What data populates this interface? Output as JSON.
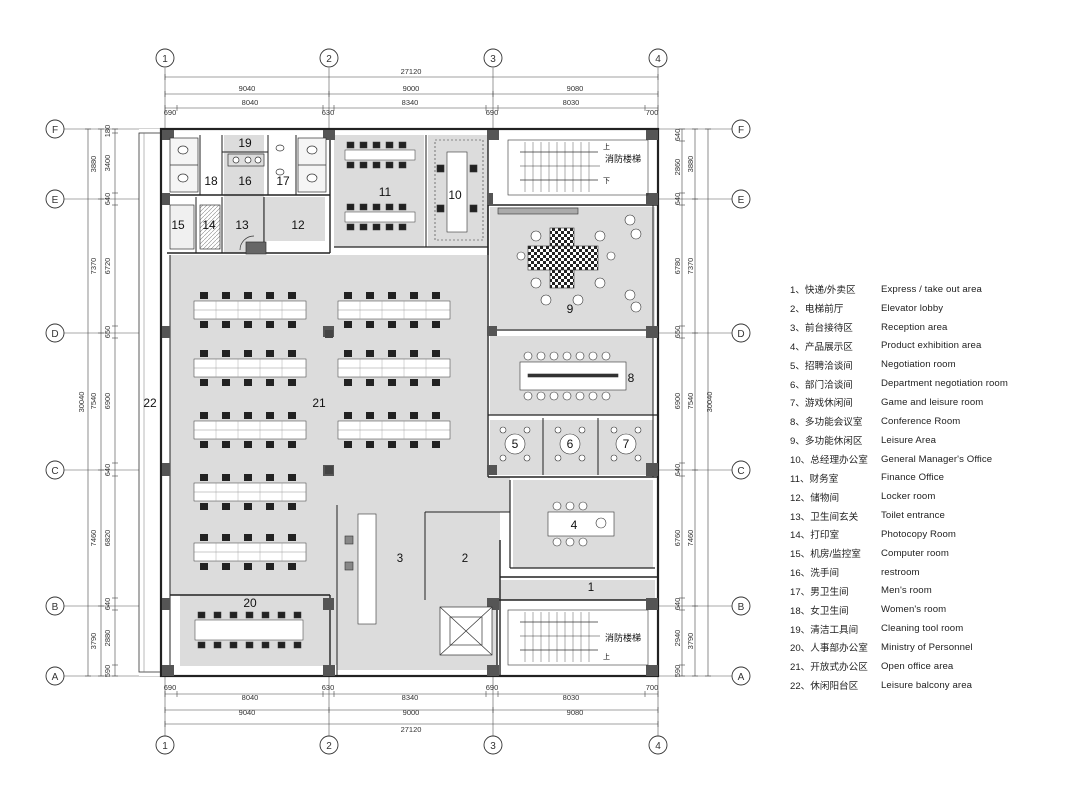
{
  "grid": {
    "columns": [
      "1",
      "2",
      "3",
      "4"
    ],
    "rows": [
      "A",
      "B",
      "C",
      "D",
      "E",
      "F"
    ]
  },
  "dimensions": {
    "top_total": "27120",
    "top_bays": [
      "9040",
      "9000",
      "9080"
    ],
    "top_inner": [
      "690",
      "8040",
      "630",
      "8340",
      "690",
      "8030",
      "700"
    ],
    "bottom_inner": [
      "690",
      "8040",
      "630",
      "8340",
      "690",
      "8030",
      "700"
    ],
    "bottom_bays": [
      "9040",
      "9000",
      "9080"
    ],
    "bottom_total": "27120",
    "left_outer": [
      "3880",
      "7370",
      "7540",
      "7460",
      "3790"
    ],
    "left_total": "30040",
    "left_inner": [
      "180",
      "3400",
      "640",
      "6720",
      "650",
      "6900",
      "640",
      "6820",
      "640",
      "2880",
      "590"
    ],
    "right_inner": [
      "640",
      "2860",
      "640",
      "6780",
      "650",
      "6900",
      "640",
      "6760",
      "640",
      "2940",
      "590"
    ],
    "right_outer": [
      "3880",
      "7370",
      "7540",
      "7460",
      "3790"
    ],
    "right_total": "30040"
  },
  "rooms": {
    "r1": "1",
    "r2": "2",
    "r3": "3",
    "r4": "4",
    "r5": "5",
    "r6": "6",
    "r7": "7",
    "r8": "8",
    "r9": "9",
    "r10": "10",
    "r11": "11",
    "r12": "12",
    "r13": "13",
    "r14": "14",
    "r15": "15",
    "r16": "16",
    "r17": "17",
    "r18": "18",
    "r19": "19",
    "r20": "20",
    "r21": "21",
    "r22": "22"
  },
  "stairs": {
    "top_label": "消防楼梯",
    "top_up": "上",
    "top_down": "下",
    "bottom_label": "消防楼梯",
    "bottom_up": "上"
  },
  "legend": [
    {
      "zh": "1、快递/外卖区",
      "en": "Express / take out area"
    },
    {
      "zh": "2、电梯前厅",
      "en": "Elevator lobby"
    },
    {
      "zh": "3、前台接待区",
      "en": "Reception area"
    },
    {
      "zh": "4、产品展示区",
      "en": "Product exhibition area"
    },
    {
      "zh": "5、招聘洽谈间",
      "en": "Negotiation room"
    },
    {
      "zh": "6、部门洽谈间",
      "en": "Department negotiation room"
    },
    {
      "zh": "7、游戏休闲间",
      "en": "Game and leisure room"
    },
    {
      "zh": "8、多功能会议室",
      "en": "Conference Room"
    },
    {
      "zh": "9、多功能休闲区",
      "en": "Leisure Area"
    },
    {
      "zh": "10、总经理办公室",
      "en": "General Manager's Office"
    },
    {
      "zh": "11、财务室",
      "en": "Finance Office"
    },
    {
      "zh": "12、储物间",
      "en": "Locker room"
    },
    {
      "zh": "13、卫生间玄关",
      "en": "Toilet entrance"
    },
    {
      "zh": "14、打印室",
      "en": "Photocopy Room"
    },
    {
      "zh": "15、机房/监控室",
      "en": "Computer room"
    },
    {
      "zh": "16、洗手间",
      "en": "restroom"
    },
    {
      "zh": "17、男卫生间",
      "en": "Men's room"
    },
    {
      "zh": "18、女卫生间",
      "en": "Women's room"
    },
    {
      "zh": "19、清洁工具间",
      "en": "Cleaning tool room"
    },
    {
      "zh": "20、人事部办公室",
      "en": "Ministry of Personnel"
    },
    {
      "zh": "21、开放式办公区",
      "en": "Open office area"
    },
    {
      "zh": "22、休闲阳台区",
      "en": "Leisure balcony area"
    }
  ]
}
